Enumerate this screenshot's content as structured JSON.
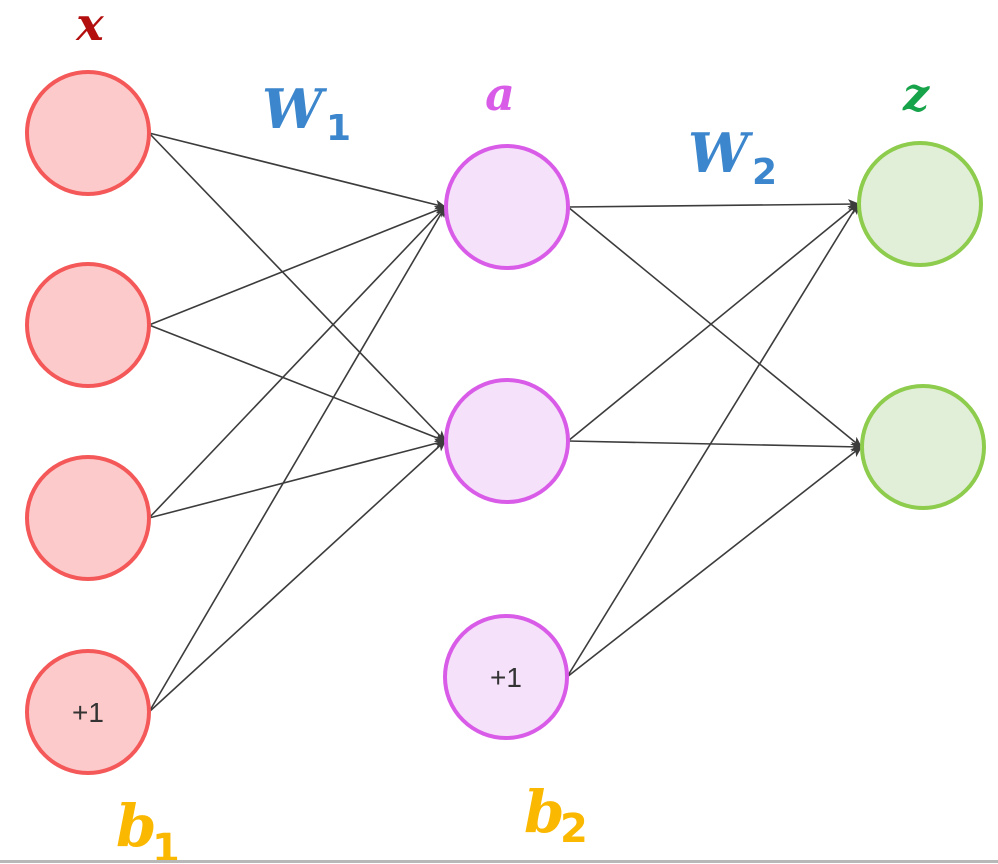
{
  "colors": {
    "input_stroke": "#f45858",
    "input_fill": "#fccaca",
    "hidden_stroke": "#d95ce8",
    "hidden_fill": "#f6e1fa",
    "output_stroke": "#8dcc4c",
    "output_fill": "#e1efd8",
    "edge": "#3c3c3c",
    "label_x": "#b30f0f",
    "label_a": "#d95ce8",
    "label_z": "#17a34a",
    "label_w": "#3b86cc",
    "label_b": "#fbb800"
  },
  "layers": {
    "input": {
      "label": "x",
      "nodes": [
        {
          "text": ""
        },
        {
          "text": ""
        },
        {
          "text": ""
        },
        {
          "text": "+1",
          "bias": true
        }
      ]
    },
    "hidden": {
      "label": "a",
      "nodes": [
        {
          "text": ""
        },
        {
          "text": ""
        },
        {
          "text": "+1",
          "bias": true
        }
      ]
    },
    "output": {
      "label": "z",
      "nodes": [
        {
          "text": ""
        },
        {
          "text": ""
        }
      ]
    }
  },
  "weights": {
    "w1": {
      "base": "W",
      "sub": "1"
    },
    "w2": {
      "base": "W",
      "sub": "2"
    }
  },
  "biases": {
    "b1": {
      "base": "b",
      "sub": "1"
    },
    "b2": {
      "base": "b",
      "sub": "2"
    }
  },
  "connections": {
    "input_to_hidden": [
      [
        0,
        0
      ],
      [
        0,
        1
      ],
      [
        1,
        0
      ],
      [
        1,
        1
      ],
      [
        2,
        0
      ],
      [
        2,
        1
      ],
      [
        3,
        0
      ],
      [
        3,
        1
      ]
    ],
    "hidden_to_output": [
      [
        0,
        0
      ],
      [
        0,
        1
      ],
      [
        1,
        0
      ],
      [
        1,
        1
      ],
      [
        2,
        0
      ],
      [
        2,
        1
      ]
    ]
  }
}
